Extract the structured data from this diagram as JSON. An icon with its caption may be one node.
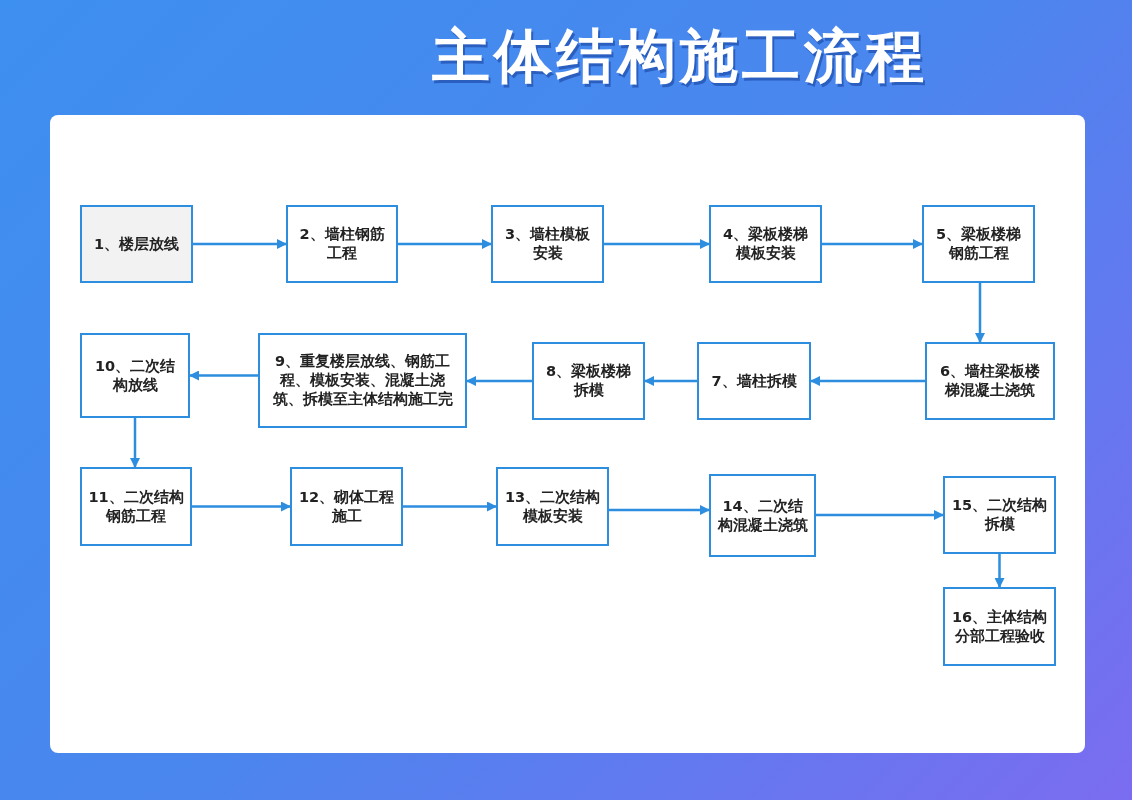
{
  "diagram": {
    "title": "主体结构施工流程",
    "nodes": [
      {
        "text": [
          "1、楼层放线"
        ]
      },
      {
        "text": [
          "2、墙柱钢筋工程"
        ]
      },
      {
        "text": [
          "3、墙柱模板安装"
        ]
      },
      {
        "text": [
          "4、梁板楼梯模板安装"
        ]
      },
      {
        "text": [
          "5、梁板楼梯钢筋工程"
        ]
      },
      {
        "text": [
          "6、墙柱梁板楼梯混凝土浇筑"
        ]
      },
      {
        "text": [
          "7、墙柱拆模"
        ]
      },
      {
        "text": [
          "8、梁板楼梯拆模"
        ]
      },
      {
        "text": [
          "9、重复楼层放线、钢筋工程、模板安装、混凝土浇筑、拆模至主体结构施工完"
        ]
      },
      {
        "text": [
          "10、二次结构放线"
        ]
      },
      {
        "text": [
          "11、二次结构钢筋工程"
        ]
      },
      {
        "text": [
          "12、砌体工程施工"
        ]
      },
      {
        "text": [
          "13、二次结构模板安装"
        ]
      },
      {
        "text": [
          "14、二次结构混凝土浇筑"
        ]
      },
      {
        "text": [
          "15、二次结构拆模"
        ]
      },
      {
        "text": [
          "16、主体结构分部工程验收"
        ]
      }
    ],
    "edges": [
      {
        "from": 0,
        "to": 1,
        "arrow": "to"
      },
      {
        "from": 1,
        "to": 2,
        "arrow": "to"
      },
      {
        "from": 2,
        "to": 3,
        "arrow": "to"
      },
      {
        "from": 3,
        "to": 4,
        "arrow": "to"
      },
      {
        "from": 4,
        "to": 5,
        "arrow": "to"
      },
      {
        "from": 5,
        "to": 6,
        "arrow": "to"
      },
      {
        "from": 6,
        "to": 7,
        "arrow": "to"
      },
      {
        "from": 7,
        "to": 8,
        "arrow": "to"
      },
      {
        "from": 8,
        "to": 9,
        "arrow": "to"
      },
      {
        "from": 9,
        "to": 10,
        "arrow": "to"
      },
      {
        "from": 10,
        "to": 11,
        "arrow": "to"
      },
      {
        "from": 11,
        "to": 12,
        "arrow": "to"
      },
      {
        "from": 12,
        "to": 13,
        "arrow": "to"
      },
      {
        "from": 13,
        "to": 14,
        "arrow": "to"
      },
      {
        "from": 14,
        "to": 15,
        "arrow": "to"
      }
    ]
  }
}
